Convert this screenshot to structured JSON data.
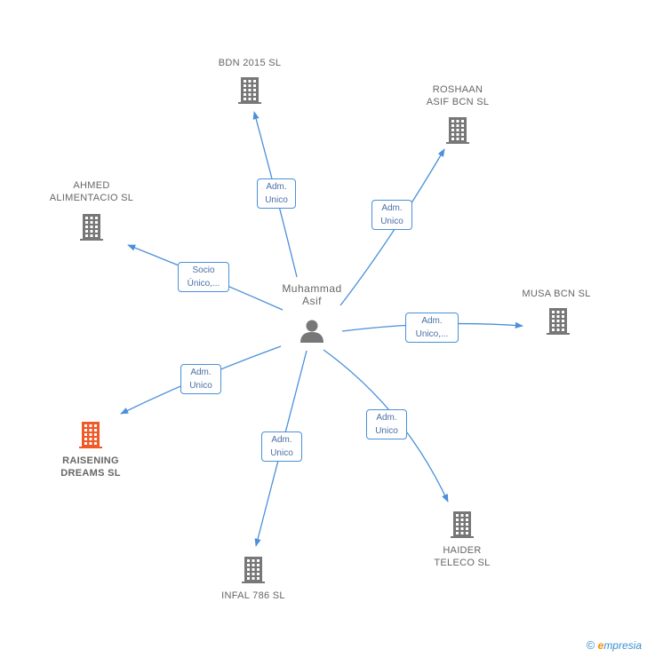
{
  "center": {
    "name": "Muhammad\nAsif",
    "icon": "person-icon"
  },
  "companies": [
    {
      "id": "bdn",
      "name": "BDN 2015  SL",
      "highlight": false
    },
    {
      "id": "roshaan",
      "name": "ROSHAAN\nASIF BCN SL",
      "highlight": false
    },
    {
      "id": "ahmed",
      "name": "AHMED\nALIMENTACIO SL",
      "highlight": false
    },
    {
      "id": "musa",
      "name": "MUSA BCN  SL",
      "highlight": false
    },
    {
      "id": "raisening",
      "name": "RAISENING\nDREAMS  SL",
      "highlight": true
    },
    {
      "id": "haider",
      "name": "HAIDER\nTELECO  SL",
      "highlight": false
    },
    {
      "id": "infal",
      "name": "INFAL 786 SL",
      "highlight": false
    }
  ],
  "relations": [
    {
      "target": "bdn",
      "label": "Adm.\nUnico"
    },
    {
      "target": "roshaan",
      "label": "Adm.\nUnico"
    },
    {
      "target": "ahmed",
      "label": "Socio\nÚnico,..."
    },
    {
      "target": "musa",
      "label": "Adm.\nUnico,..."
    },
    {
      "target": "raisening",
      "label": "Adm.\nUnico"
    },
    {
      "target": "haider",
      "label": "Adm.\nUnico"
    },
    {
      "target": "infal",
      "label": "Adm.\nUnico"
    }
  ],
  "colors": {
    "edge": "#4a90d9",
    "building": "#777777",
    "building_highlight": "#f05a28",
    "person": "#777777"
  },
  "footer": {
    "copyright_symbol": "©",
    "brand_initial": "e",
    "brand_rest": "mpresia"
  }
}
